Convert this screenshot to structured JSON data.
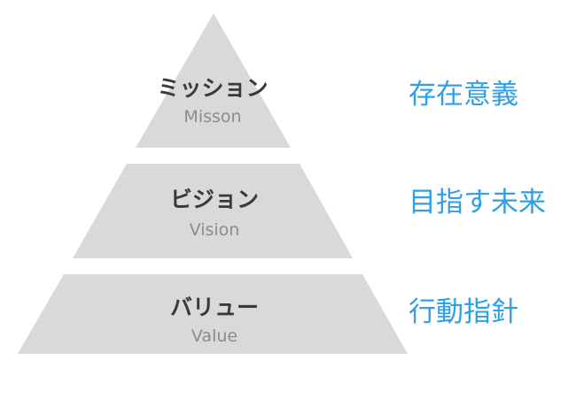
{
  "diagram": {
    "colors": {
      "tier_fill": "#d9d9d9",
      "title_text": "#3a3a3a",
      "subtitle_text": "#8c8c8c",
      "description_text": "#2f9fe6"
    },
    "tiers": [
      {
        "title": "ミッション",
        "subtitle": "Misson",
        "description": "存在意義"
      },
      {
        "title": "ビジョン",
        "subtitle": "Vision",
        "description": "目指す未来"
      },
      {
        "title": "バリュー",
        "subtitle": "Value",
        "description": "行動指針"
      }
    ]
  }
}
